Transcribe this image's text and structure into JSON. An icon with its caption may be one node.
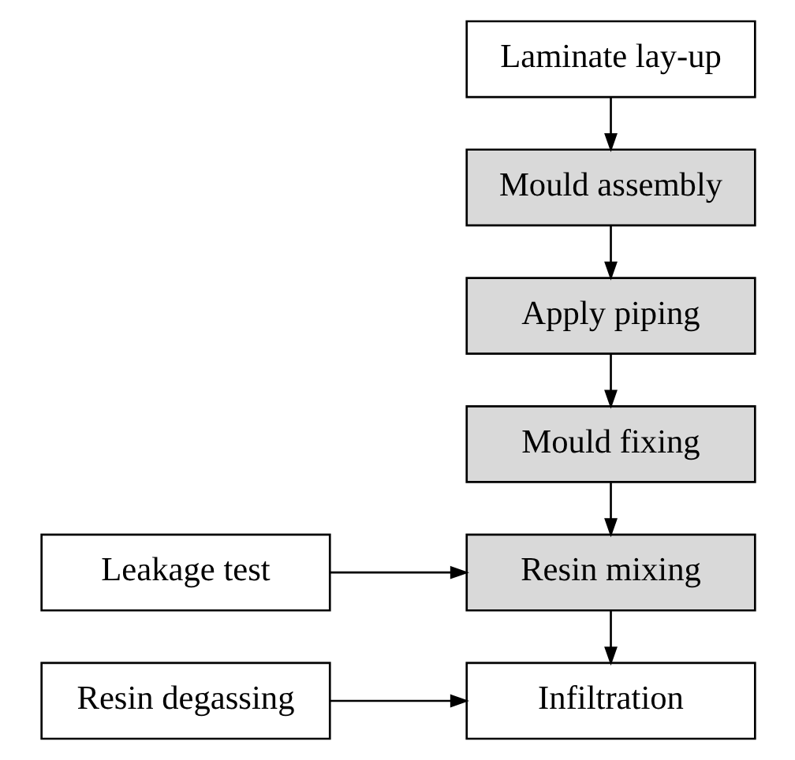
{
  "diagram": {
    "nodes": [
      {
        "text": [
          "Laminate lay-up"
        ]
      },
      {
        "text": [
          "Mould assembly"
        ]
      },
      {
        "text": [
          "Apply piping"
        ]
      },
      {
        "text": [
          "Mould fixing"
        ]
      },
      {
        "text": [
          "Resin mixing"
        ]
      },
      {
        "text": [
          "Infiltration"
        ]
      },
      {
        "text": [
          "Leakage test"
        ]
      },
      {
        "text": [
          "Resin degassing"
        ]
      }
    ],
    "edges": [
      {
        "from": 0,
        "to": 1,
        "arrow": "to"
      },
      {
        "from": 1,
        "to": 2,
        "arrow": "to"
      },
      {
        "from": 2,
        "to": 3,
        "arrow": "to"
      },
      {
        "from": 3,
        "to": 4,
        "arrow": "to"
      },
      {
        "from": 4,
        "to": 5,
        "arrow": "to"
      },
      {
        "from": 6,
        "to": 4,
        "arrow": "to"
      },
      {
        "from": 7,
        "to": 5,
        "arrow": "to"
      }
    ]
  }
}
